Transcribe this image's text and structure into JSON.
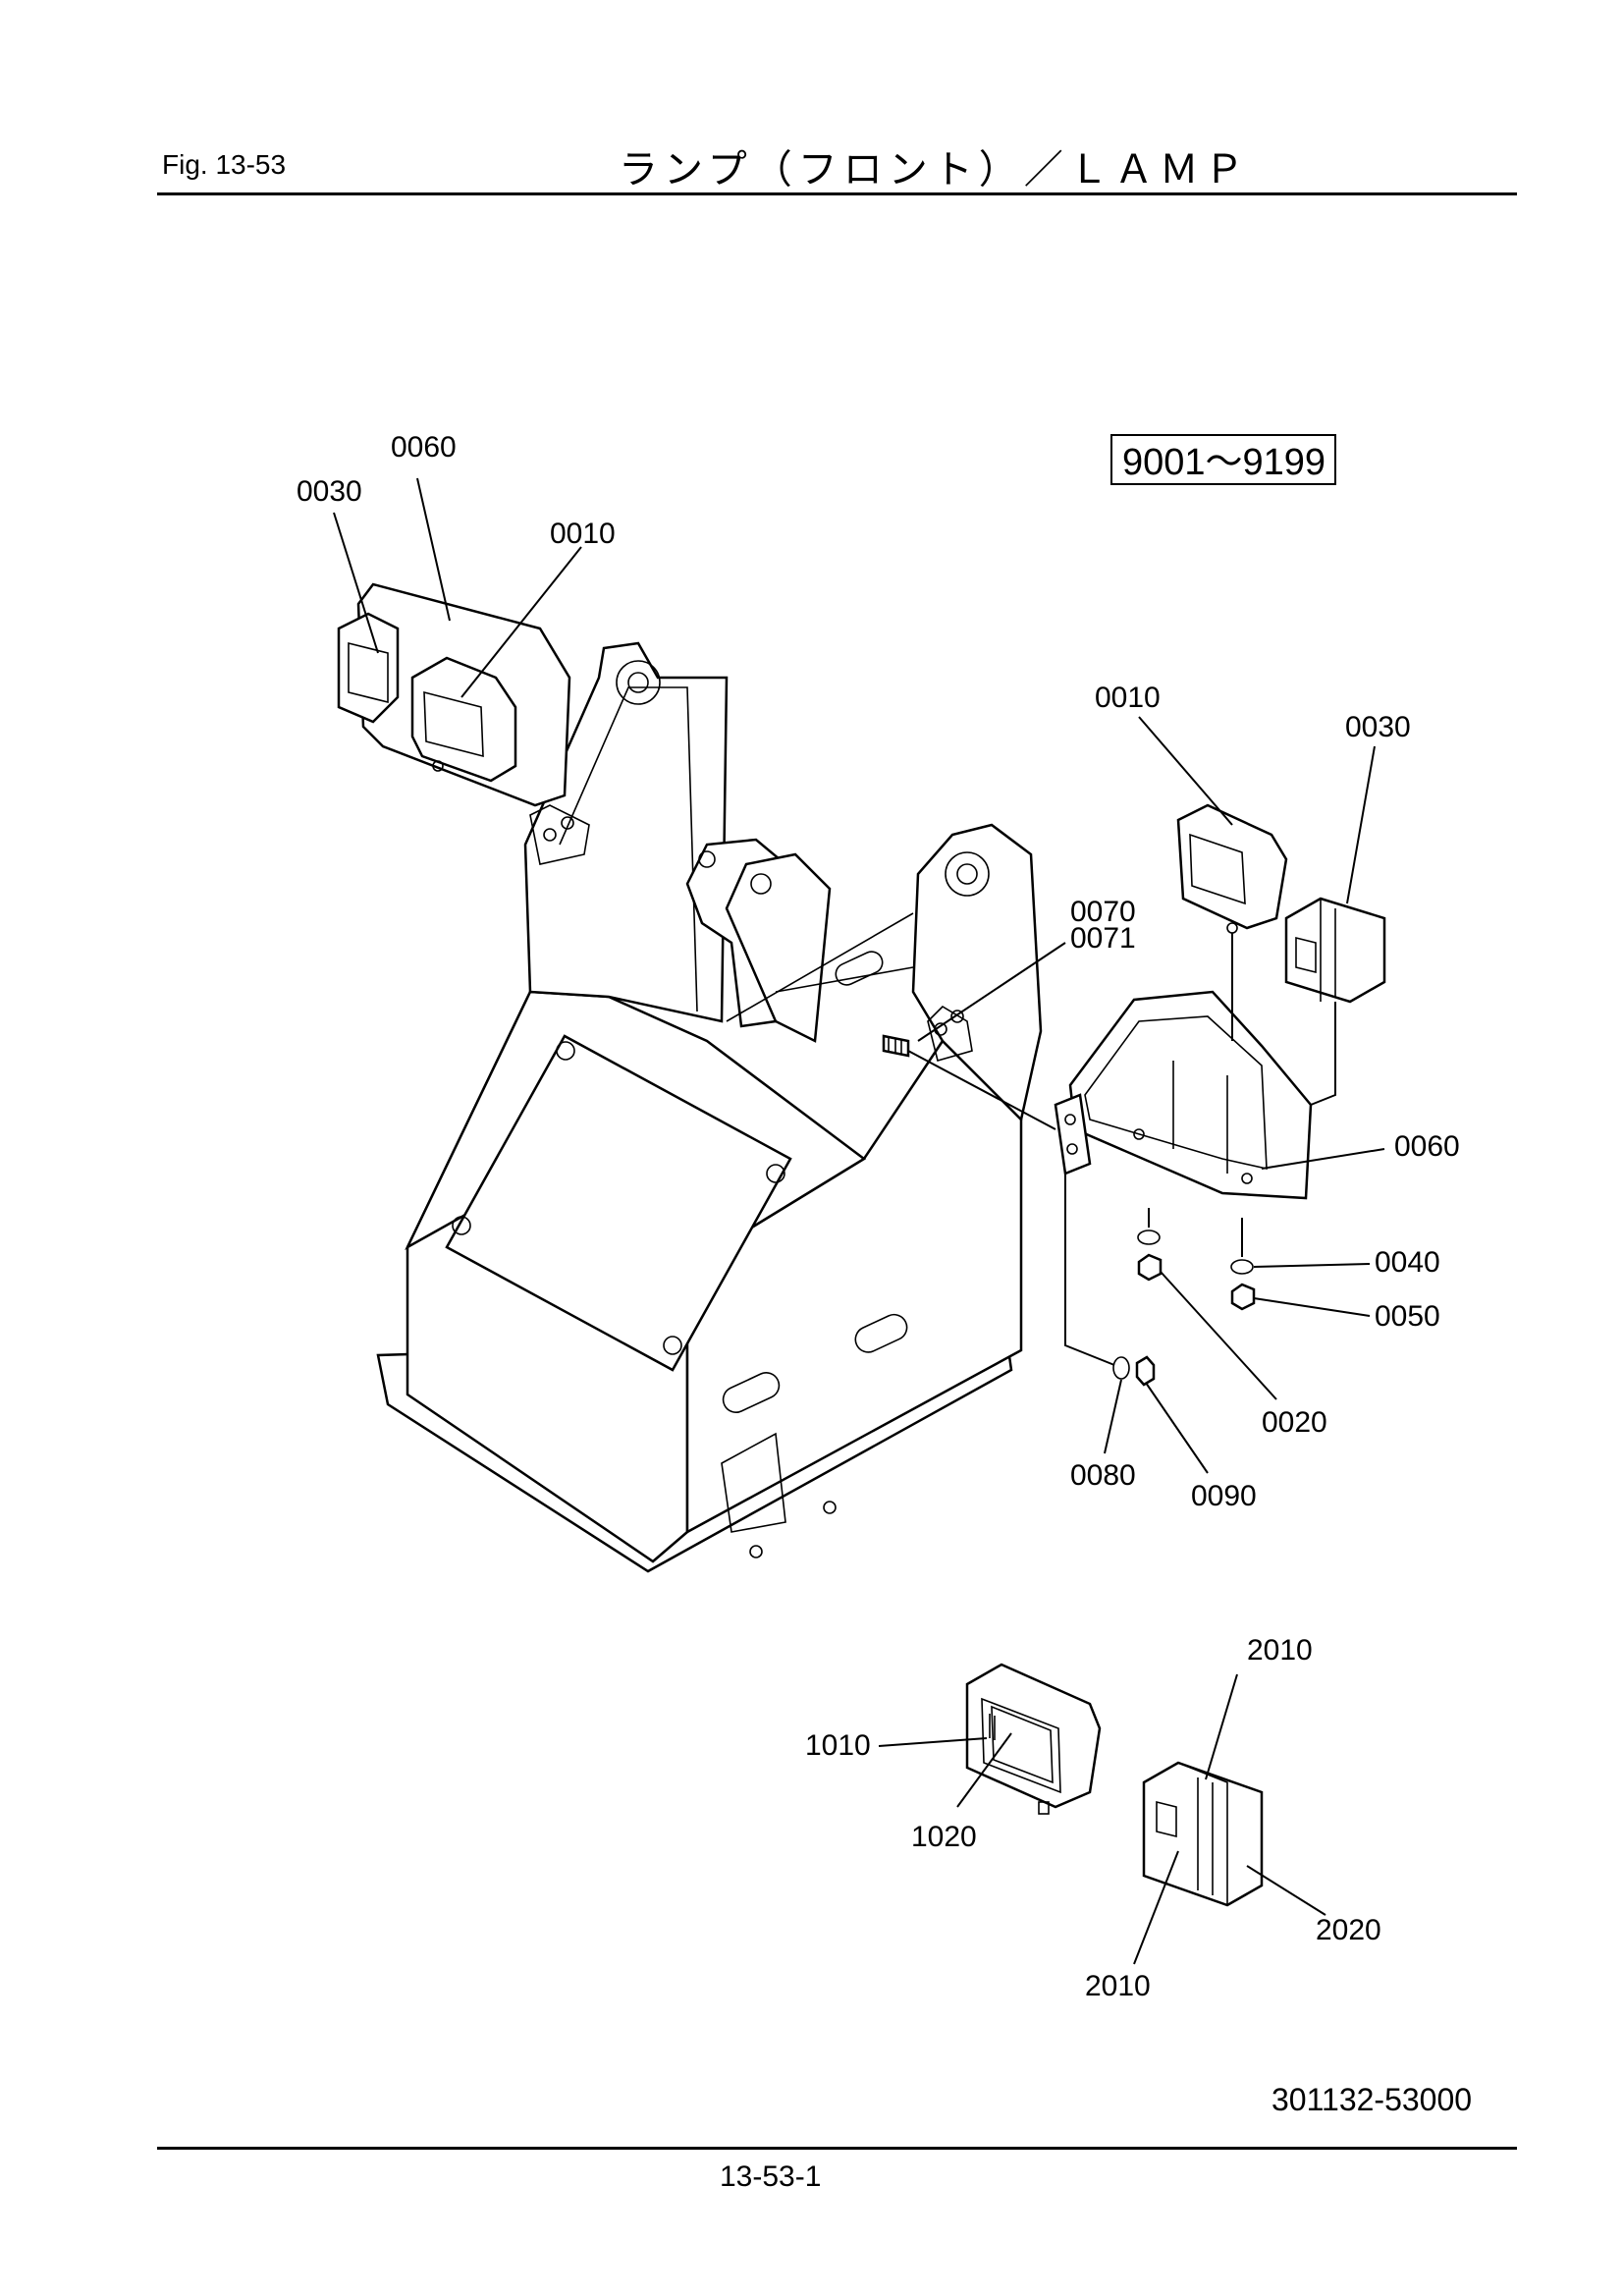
{
  "header": {
    "fig": "Fig.  13-53",
    "title": "ランプ（フロント）／ＬＡＭＰ"
  },
  "serial_range": "9001～9199",
  "callouts": {
    "c0060_top": "0060",
    "c0030_top": "0030",
    "c0010_top": "0010",
    "c0010_right": "0010",
    "c0030_right": "0030",
    "c0070": "0070",
    "c0071": "0071",
    "c0060_right": "0060",
    "c0040": "0040",
    "c0050": "0050",
    "c0020": "0020",
    "c0080": "0080",
    "c0090": "0090",
    "c2010_top": "2010",
    "c1010": "1010",
    "c1020": "1020",
    "c2020": "2020",
    "c2010_bottom": "2010"
  },
  "drawing_number": "301132-53000",
  "page_number": "13-53-1"
}
